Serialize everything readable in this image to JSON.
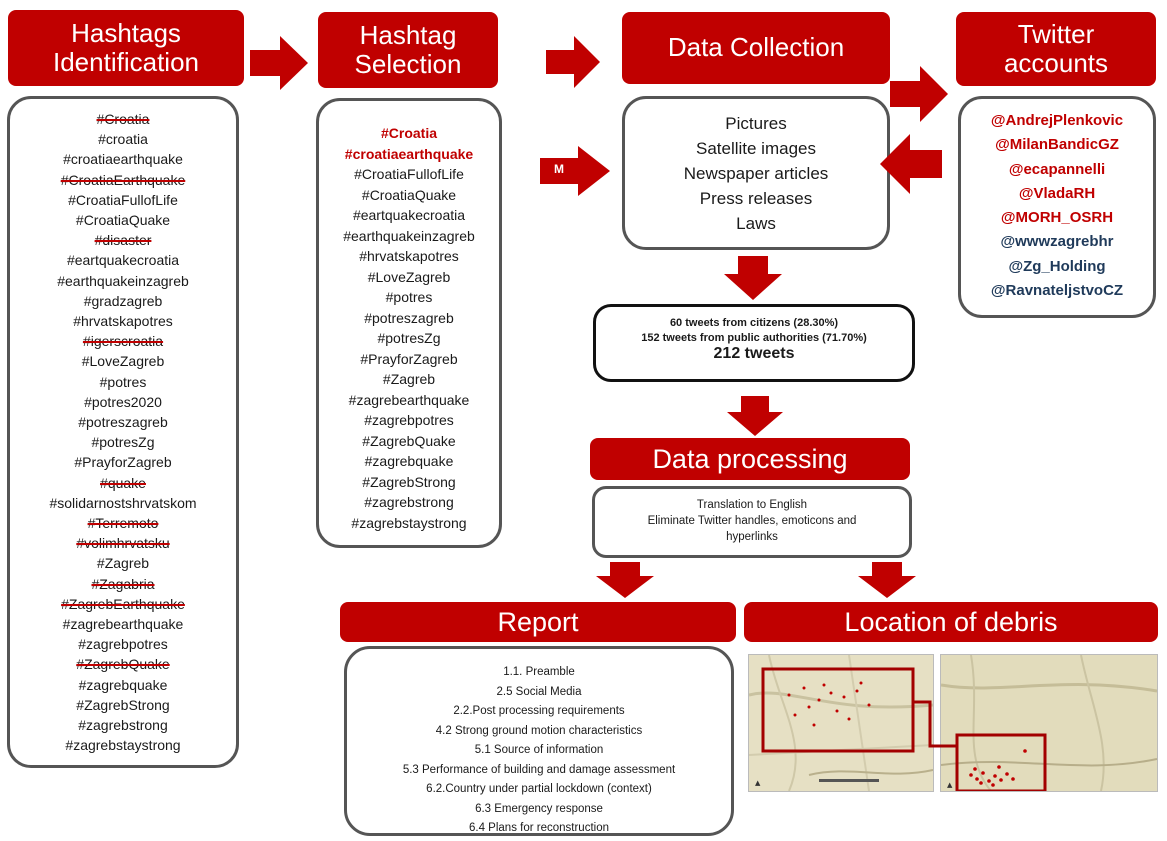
{
  "headers": {
    "identification": [
      "Hashtags",
      "Identification"
    ],
    "selection": [
      "Hashtag",
      "Selection"
    ],
    "collection": "Data Collection",
    "twitter": [
      "Twitter",
      "accounts"
    ],
    "processing": "Data processing",
    "report": "Report",
    "debris": "Location of debris"
  },
  "identification_tags": [
    {
      "t": "#Croatia",
      "x": true
    },
    {
      "t": "#croatia",
      "x": false
    },
    {
      "t": "#croatiaearthquake",
      "x": false
    },
    {
      "t": "#CroatiaEarthquake",
      "x": true
    },
    {
      "t": "#CroatiaFullofLife",
      "x": false
    },
    {
      "t": "#CroatiaQuake",
      "x": false
    },
    {
      "t": "#disaster",
      "x": true
    },
    {
      "t": "#eartquakecroatia",
      "x": false
    },
    {
      "t": "#earthquakeinzagreb",
      "x": false
    },
    {
      "t": "#gradzagreb",
      "x": false
    },
    {
      "t": "#hrvatskapotres",
      "x": false
    },
    {
      "t": "#igerscroatia",
      "x": true
    },
    {
      "t": "#LoveZagreb",
      "x": false
    },
    {
      "t": "#potres",
      "x": false
    },
    {
      "t": "#potres2020",
      "x": false
    },
    {
      "t": "#potreszagreb",
      "x": false
    },
    {
      "t": "#potresZg",
      "x": false
    },
    {
      "t": "#PrayforZagreb",
      "x": false
    },
    {
      "t": "#quake",
      "x": true
    },
    {
      "t": "#solidarnostshrvatskom",
      "x": false
    },
    {
      "t": "#Terremoto",
      "x": true
    },
    {
      "t": "#volimhrvatsku",
      "x": true
    },
    {
      "t": "#Zagreb",
      "x": false
    },
    {
      "t": "#Zagabria",
      "x": true
    },
    {
      "t": "#ZagrebEarthquake",
      "x": true
    },
    {
      "t": "#zagrebearthquake",
      "x": false
    },
    {
      "t": "#zagrebpotres",
      "x": false
    },
    {
      "t": "#ZagrebQuake",
      "x": true
    },
    {
      "t": "#zagrebquake",
      "x": false
    },
    {
      "t": "#ZagrebStrong",
      "x": false
    },
    {
      "t": "#zagrebstrong",
      "x": false
    },
    {
      "t": "#zagrebstaystrong",
      "x": false
    }
  ],
  "selection_tags": [
    {
      "t": "#Croatia",
      "h": true
    },
    {
      "t": "#croatiaearthquake",
      "h": true
    },
    {
      "t": "#CroatiaFullofLife",
      "h": false
    },
    {
      "t": "#CroatiaQuake",
      "h": false
    },
    {
      "t": "#eartquakecroatia",
      "h": false
    },
    {
      "t": "#earthquakeinzagreb",
      "h": false
    },
    {
      "t": "#hrvatskapotres",
      "h": false
    },
    {
      "t": "#LoveZagreb",
      "h": false
    },
    {
      "t": "#potres",
      "h": false
    },
    {
      "t": "#potreszagreb",
      "h": false
    },
    {
      "t": "#potresZg",
      "h": false
    },
    {
      "t": "#PrayforZagreb",
      "h": false
    },
    {
      "t": "#Zagreb",
      "h": false
    },
    {
      "t": "#zagrebearthquake",
      "h": false
    },
    {
      "t": "#zagrebpotres",
      "h": false
    },
    {
      "t": "#ZagrebQuake",
      "h": false
    },
    {
      "t": "#zagrebquake",
      "h": false
    },
    {
      "t": "#ZagrebStrong",
      "h": false
    },
    {
      "t": "#zagrebstrong",
      "h": false
    },
    {
      "t": "#zagrebstaystrong",
      "h": false
    }
  ],
  "collection_items": [
    "Pictures",
    "Satellite images",
    "Newspaper articles",
    "Press releases",
    "Laws"
  ],
  "collection_arrow_label": "M",
  "twitter_accounts": [
    {
      "t": "@AndrejPlenkovic",
      "blue": false
    },
    {
      "t": "@MilanBandicGZ",
      "blue": false
    },
    {
      "t": "@ecapannelli",
      "blue": false
    },
    {
      "t": "@VladaRH",
      "blue": false
    },
    {
      "t": "@MORH_OSRH",
      "blue": false
    },
    {
      "t": "@wwwzagrebhr",
      "blue": true
    },
    {
      "t": "@Zg_Holding",
      "blue": true
    },
    {
      "t": "@RavnateljstvoCZ",
      "blue": true
    }
  ],
  "tweets": {
    "citizens": "60 tweets from citizens (28.30%)",
    "authorities": "152 tweets from public authorities (71.70%)",
    "total": "212 tweets"
  },
  "processing_steps": {
    "line1": "Translation to English",
    "line2": "Eliminate Twitter handles, emoticons and",
    "line3": "hyperlinks"
  },
  "report_items": [
    "1.1. Preamble",
    "2.5 Social Media",
    "2.2.Post processing requirements",
    "4.2 Strong ground motion characteristics",
    "5.1 Source of information",
    "5.3 Performance of building and damage assessment",
    "6.2.Country under partial lockdown (context)",
    "6.3 Emergency response",
    "6.4 Plans for reconstruction"
  ],
  "colors": {
    "accent": "#c00000",
    "border": "#555555",
    "account_blue": "#1f3a5a"
  }
}
